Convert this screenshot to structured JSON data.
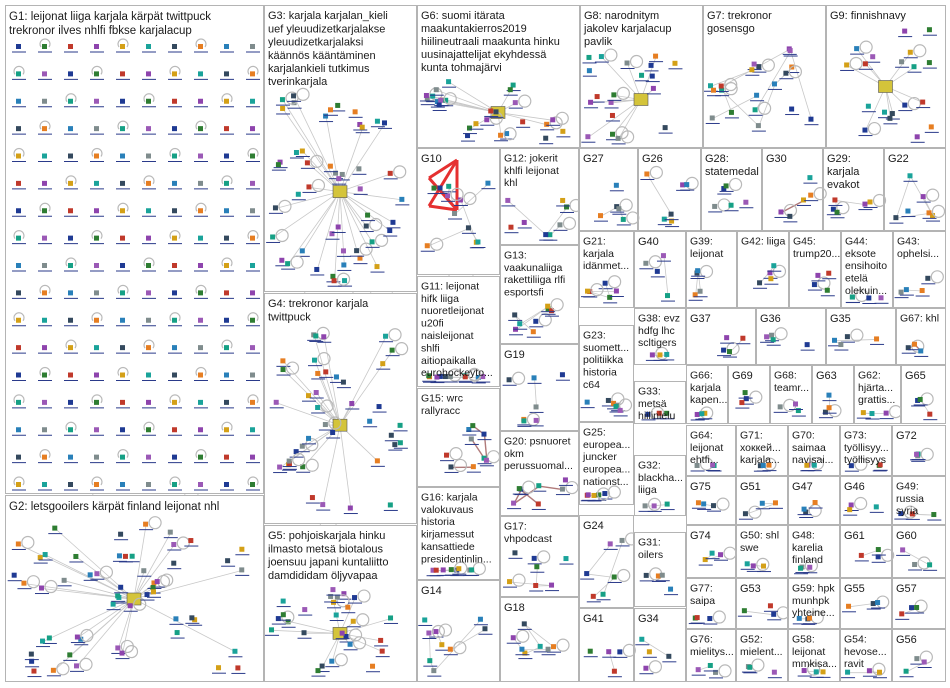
{
  "groups": [
    {
      "id": "G1",
      "label_lines": [
        "G1: leijonat liiga karjala kärpät twittpuck",
        "trekronor ilves nhlfi fbkse karjalacup"
      ]
    },
    {
      "id": "G2",
      "label_lines": [
        "G2: letsgooilers kärpät finland leijonat nhl"
      ]
    },
    {
      "id": "G3",
      "label_lines": [
        "G3: karjala karjalan_kieli",
        "uef yleuudizetkarjalakse",
        "yleuudizetkarjalaksi",
        "käännös kääntäminen",
        "karjalankieli tutkimus",
        "tverinkarjala"
      ]
    },
    {
      "id": "G4",
      "label_lines": [
        "G4: trekronor karjala",
        "twittpuck"
      ]
    },
    {
      "id": "G5",
      "label_lines": [
        "G5: pohjoiskarjala hinku",
        "ilmasto metsä biotalous",
        "joensuu japani kuntaliitto",
        "damdididam öljyvapaa"
      ]
    },
    {
      "id": "G6",
      "label_lines": [
        "G6: suomi itärata",
        "maakuntakierros2019",
        "hiilineutraali maakunta hinku",
        "uusinajattelijat ekyhdessä",
        "kunta tohmajärvi"
      ]
    },
    {
      "id": "G7",
      "label_lines": [
        "G7: trekronor",
        "gosensgo"
      ]
    },
    {
      "id": "G8",
      "label_lines": [
        "G8: narodnitym",
        "jakolev karjalacup",
        "pavlik"
      ]
    },
    {
      "id": "G9",
      "label_lines": [
        "G9: finnishnavy"
      ]
    },
    {
      "id": "G10",
      "label_lines": [
        "G10"
      ]
    },
    {
      "id": "G11",
      "label_lines": [
        "G11: leijonat",
        "hifk liiga",
        "nuoretleijonat",
        "u20fi",
        "naisleijonat",
        "shlfi",
        "aitiopaikalla",
        "eurohockeyto..."
      ]
    },
    {
      "id": "G12",
      "label_lines": [
        "G12: jokerit",
        "khlfi leijonat",
        "khl"
      ]
    },
    {
      "id": "G13",
      "label_lines": [
        "G13:",
        "vaakunaliiga",
        "rakettiliiga rlfi",
        "esportsfi"
      ]
    },
    {
      "id": "G14",
      "label_lines": [
        "G14"
      ]
    },
    {
      "id": "G15",
      "label_lines": [
        "G15: wrc",
        "rallyracc"
      ]
    },
    {
      "id": "G16",
      "label_lines": [
        "G16: karjala",
        "valokuvaus",
        "historia",
        "kirjamessut",
        "kansattiede",
        "presidentinlin..."
      ]
    },
    {
      "id": "G17",
      "label_lines": [
        "G17:",
        "vhpodcast"
      ]
    },
    {
      "id": "G18",
      "label_lines": [
        "G18"
      ]
    },
    {
      "id": "G19",
      "label_lines": [
        "G19"
      ]
    },
    {
      "id": "G20",
      "label_lines": [
        "G20: psnuoret",
        "okm",
        "perussuomal..."
      ]
    },
    {
      "id": "G21",
      "label_lines": [
        "G21:",
        "karjala",
        "idänmet..."
      ]
    },
    {
      "id": "G22",
      "label_lines": [
        "G22"
      ]
    },
    {
      "id": "G23",
      "label_lines": [
        "G23:",
        "suomett...",
        "politiikka",
        "historia",
        "c64"
      ]
    },
    {
      "id": "G24",
      "label_lines": [
        "G24"
      ]
    },
    {
      "id": "G25",
      "label_lines": [
        "G25:",
        "europea...",
        "juncker",
        "europea...",
        "nationst..."
      ]
    },
    {
      "id": "G26",
      "label_lines": [
        "G26"
      ]
    },
    {
      "id": "G27",
      "label_lines": [
        "G27"
      ]
    },
    {
      "id": "G28",
      "label_lines": [
        "G28:",
        "statemedal"
      ]
    },
    {
      "id": "G29",
      "label_lines": [
        "G29:",
        "karjala",
        "evakot"
      ]
    },
    {
      "id": "G30",
      "label_lines": [
        "G30"
      ]
    },
    {
      "id": "G31",
      "label_lines": [
        "G31:",
        "oilers"
      ]
    },
    {
      "id": "G32",
      "label_lines": [
        "G32:",
        "blackha...",
        "liiga"
      ]
    },
    {
      "id": "G33",
      "label_lines": [
        "G33:",
        "metsä",
        "hiilinielu"
      ]
    },
    {
      "id": "G34",
      "label_lines": [
        "G34"
      ]
    },
    {
      "id": "G35",
      "label_lines": [
        "G35"
      ]
    },
    {
      "id": "G36",
      "label_lines": [
        "G36"
      ]
    },
    {
      "id": "G37",
      "label_lines": [
        "G37"
      ]
    },
    {
      "id": "G38",
      "label_lines": [
        "G38: evz",
        "hdfg lhc",
        "scltigers"
      ]
    },
    {
      "id": "G39",
      "label_lines": [
        "G39:",
        "leijonat"
      ]
    },
    {
      "id": "G40",
      "label_lines": [
        "G40"
      ]
    },
    {
      "id": "G41",
      "label_lines": [
        "G41"
      ]
    },
    {
      "id": "G42",
      "label_lines": [
        "G42: liiga"
      ]
    },
    {
      "id": "G43",
      "label_lines": [
        "G43:",
        "ophelsi..."
      ]
    },
    {
      "id": "G44",
      "label_lines": [
        "G44:",
        "eksote",
        "ensihoito",
        "etelä",
        "olekuin..."
      ]
    },
    {
      "id": "G45",
      "label_lines": [
        "G45:",
        "trump20..."
      ]
    },
    {
      "id": "G46",
      "label_lines": [
        "G46"
      ]
    },
    {
      "id": "G47",
      "label_lines": [
        "G47"
      ]
    },
    {
      "id": "G48",
      "label_lines": [
        "G48:",
        "karelia",
        "finland"
      ]
    },
    {
      "id": "G49",
      "label_lines": [
        "G49:",
        "russia",
        "syria"
      ]
    },
    {
      "id": "G50",
      "label_lines": [
        "G50: shl",
        "swe"
      ]
    },
    {
      "id": "G51",
      "label_lines": [
        "G51"
      ]
    },
    {
      "id": "G52",
      "label_lines": [
        "G52:",
        "mielent..."
      ]
    },
    {
      "id": "G53",
      "label_lines": [
        "G53"
      ]
    },
    {
      "id": "G54",
      "label_lines": [
        "G54:",
        "hevose...",
        "ravit"
      ]
    },
    {
      "id": "G55",
      "label_lines": [
        "G55"
      ]
    },
    {
      "id": "G56",
      "label_lines": [
        "G56"
      ]
    },
    {
      "id": "G57",
      "label_lines": [
        "G57"
      ]
    },
    {
      "id": "G58",
      "label_lines": [
        "G58:",
        "leijonat",
        "mmkisa..."
      ]
    },
    {
      "id": "G59",
      "label_lines": [
        "G59: hpk",
        "munhpk",
        "yhteine..."
      ]
    },
    {
      "id": "G60",
      "label_lines": [
        "G60"
      ]
    },
    {
      "id": "G61",
      "label_lines": [
        "G61"
      ]
    },
    {
      "id": "G62",
      "label_lines": [
        "G62:",
        "hjärta...",
        "grattis..."
      ]
    },
    {
      "id": "G63",
      "label_lines": [
        "G63"
      ]
    },
    {
      "id": "G64",
      "label_lines": [
        "G64:",
        "leijonat",
        "ehtfi..."
      ]
    },
    {
      "id": "G65",
      "label_lines": [
        "G65"
      ]
    },
    {
      "id": "G66",
      "label_lines": [
        "G66:",
        "karjala",
        "kapen..."
      ]
    },
    {
      "id": "G67",
      "label_lines": [
        "G67: khl"
      ]
    },
    {
      "id": "G68",
      "label_lines": [
        "G68:",
        "teamr..."
      ]
    },
    {
      "id": "G69",
      "label_lines": [
        "G69"
      ]
    },
    {
      "id": "G70",
      "label_lines": [
        "G70:",
        "saimaa",
        "navisai..."
      ]
    },
    {
      "id": "G71",
      "label_lines": [
        "G71:",
        "хоккей...",
        "karjala..."
      ]
    },
    {
      "id": "G72",
      "label_lines": [
        "G72"
      ]
    },
    {
      "id": "G73",
      "label_lines": [
        "G73:",
        "työllisyy...",
        "työllisyys"
      ]
    },
    {
      "id": "G74",
      "label_lines": [
        "G74"
      ]
    },
    {
      "id": "G75",
      "label_lines": [
        "G75"
      ]
    },
    {
      "id": "G76",
      "label_lines": [
        "G76:",
        "mielitys..."
      ]
    },
    {
      "id": "G77",
      "label_lines": [
        "G77:",
        "saipa"
      ]
    }
  ]
}
